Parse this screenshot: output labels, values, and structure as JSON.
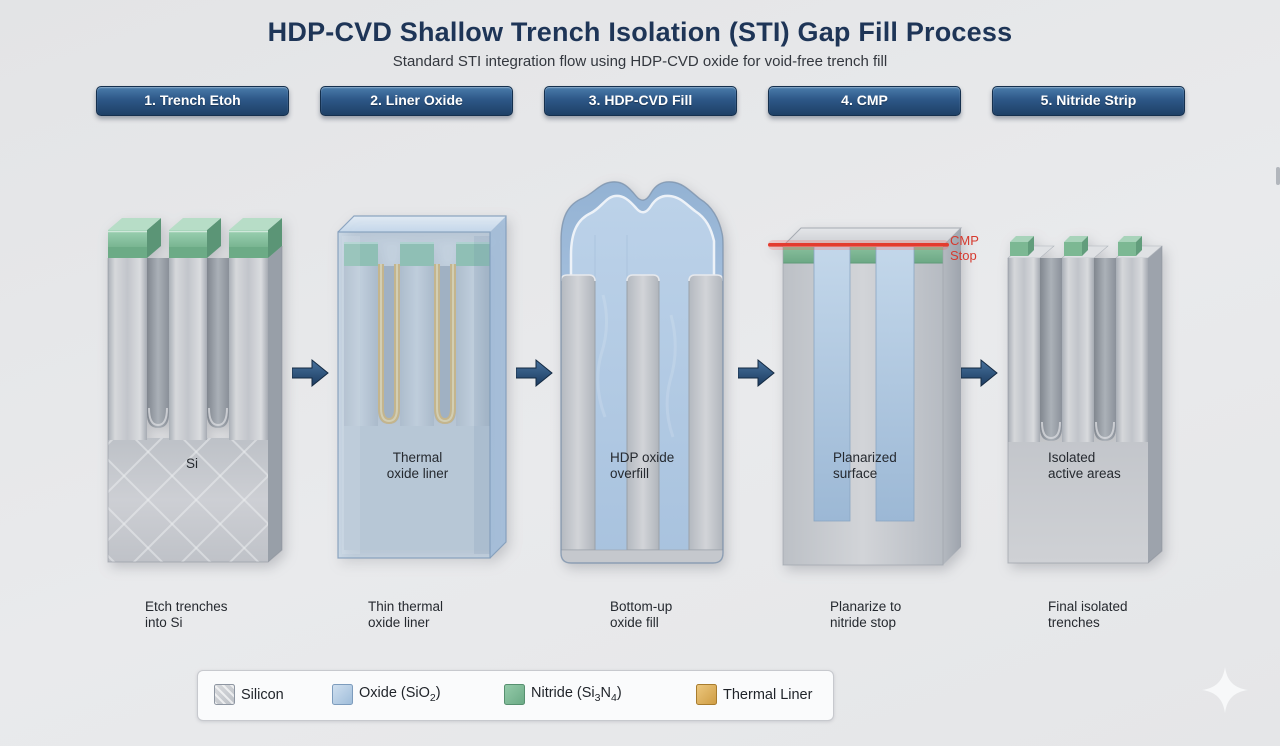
{
  "header": {
    "title": "HDP-CVD Shallow Trench Isolation (STI) Gap Fill Process",
    "subtitle": "Standard STI integration flow using HDP-CVD oxide for void-free trench fill"
  },
  "steps": [
    {
      "label": "1. Trench Etoh"
    },
    {
      "label": "2. Liner Oxide"
    },
    {
      "label": "3. HDP-CVD Fill"
    },
    {
      "label": "4. CMP"
    },
    {
      "label": "5. Nitride Strip"
    }
  ],
  "stages": [
    {
      "name": "trench-etch",
      "inner_label": "Si",
      "caption": "Etch trenches\ninto Si"
    },
    {
      "name": "liner-oxide",
      "inner_label": "Thermal\noxide liner",
      "caption": "Thin thermal\noxide liner"
    },
    {
      "name": "hdp-cvd-fill",
      "inner_label": "HDP oxide\noverfill",
      "caption": "Bottom-up\noxide fill"
    },
    {
      "name": "cmp",
      "inner_label": "Planarized\nsurface",
      "caption": "Planarize to\nnitride stop",
      "annotation": "CMP\nStop"
    },
    {
      "name": "nitride-strip",
      "inner_label": "Isolated\nactive areas",
      "caption": "Final isolated\ntrenches"
    }
  ],
  "legend": {
    "items": [
      {
        "name": "silicon",
        "label": "Silicon"
      },
      {
        "name": "oxide",
        "pre": "Oxide (SiO",
        "sub": "2",
        "post": ")"
      },
      {
        "name": "nitride",
        "pre": "Nitride (Si",
        "sub1": "3",
        "mid": "N",
        "sub2": "4",
        "post": ")"
      },
      {
        "name": "thermal-liner",
        "label": "Thermal Liner"
      }
    ]
  },
  "colors": {
    "silicon": "#c6c9ce",
    "oxide": "#a9c4e0",
    "nitride": "#7cb893",
    "thermal_liner": "#d7a84e",
    "accent_navy": "#1e3557",
    "cmp_line_red": "#e33b2e"
  }
}
